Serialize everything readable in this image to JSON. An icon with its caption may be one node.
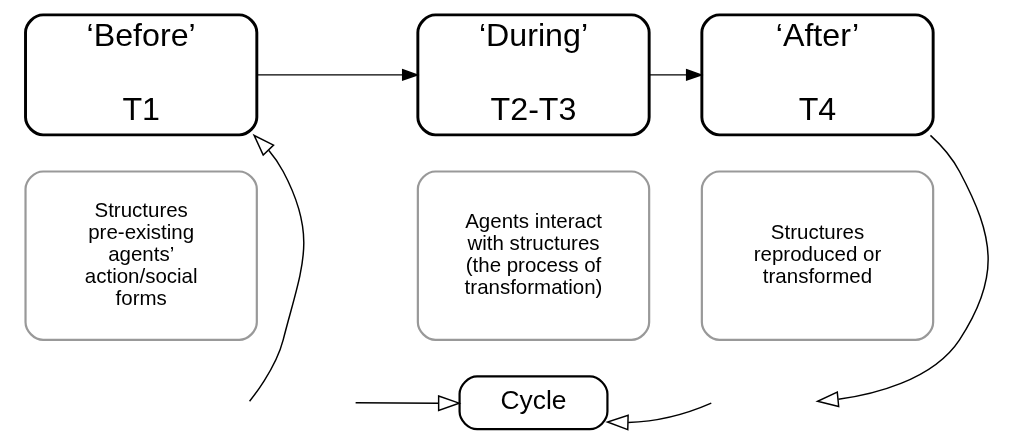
{
  "diagram": {
    "nodes": [
      {
        "text": [
          "‘Before’",
          "T1"
        ]
      },
      {
        "text": [
          "‘During’",
          "T2-T3"
        ]
      },
      {
        "text": [
          "‘After’",
          "T4"
        ]
      },
      {
        "text": [
          "Structures pre-existing agents’ action/social forms"
        ]
      },
      {
        "text": [
          "Agents interact with structures (the process of transformation)"
        ]
      },
      {
        "text": [
          "Structures reproduced or transformed"
        ]
      },
      {
        "text": [
          "Cycle"
        ]
      }
    ],
    "edges": [
      {
        "from": 0,
        "to": 1,
        "arrow": "to"
      },
      {
        "from": 1,
        "to": 2,
        "arrow": "to"
      },
      {
        "from": 2,
        "to": null,
        "arrow": "to"
      },
      {
        "from": null,
        "to": 6,
        "arrow": "to"
      },
      {
        "from": null,
        "to": 6,
        "arrow": "to"
      },
      {
        "from": null,
        "to": 0,
        "arrow": "to"
      }
    ]
  }
}
